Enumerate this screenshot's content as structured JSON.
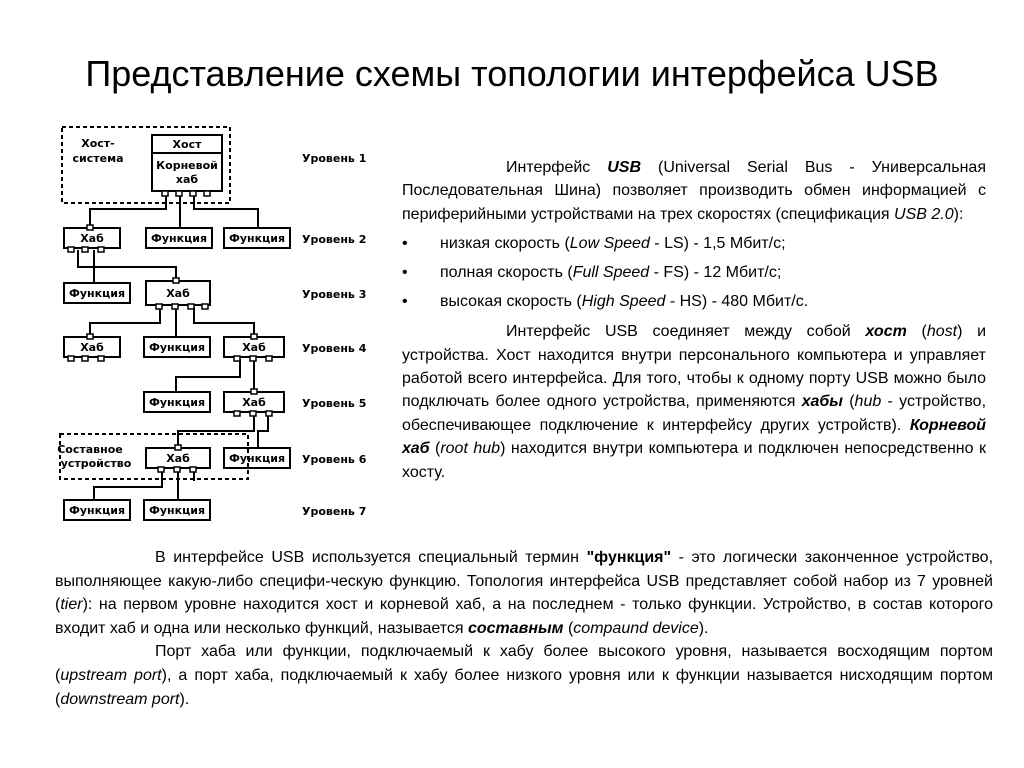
{
  "slide": {
    "title": "Представление схемы топологии интерфейса USB"
  },
  "diagram": {
    "host_system_label": [
      "Хост-",
      "система"
    ],
    "host_label": "Хост",
    "root_hub_label": [
      "Корневой",
      "хаб"
    ],
    "compound_label": [
      "Составное",
      "устройство"
    ],
    "hub_label": "Хаб",
    "function_label": "Функция",
    "levels": [
      "Уровень 1",
      "Уровень 2",
      "Уровень 3",
      "Уровень 4",
      "Уровень 5",
      "Уровень 6",
      "Уровень 7"
    ]
  },
  "right_text": {
    "p1": {
      "a": "Интерфейс ",
      "usb": "USB",
      "b": " (Universal Serial Bus - Универсальная Последовательная Шина) позволяет производить обмен информацией с периферийными устройствами на трех скоростях (спецификация ",
      "spec": "USB 2.0",
      "c": "):"
    },
    "bullets": [
      {
        "a": "низкая скорость (",
        "i": "Low Speed",
        "b": " - LS) - 1,5 Мбит/с;"
      },
      {
        "a": "полная скорость (",
        "i": "Full Speed",
        "b": " - FS) - 12 Мбит/с;"
      },
      {
        "a": "высокая скорость (",
        "i": "High Speed",
        "b": " - HS) - 480 Мбит/с."
      }
    ],
    "bullet_glyph": "•",
    "p2": {
      "a": "Интерфейс USB соединяет между собой ",
      "host_b": "хост",
      "b": " (",
      "host_i": "host",
      "c": ") и устройства. Хост находится внутри персонального компьютера и управляет работой всего интерфейса. Для того, чтобы к одному порту USB можно было подключать более одного устройства, применяются ",
      "hubs_b": "хабы",
      "d": " (",
      "hub_i": "hub",
      "e": " - устройство, обеспечивающее подключение к интерфейсу других устройств). ",
      "root_b": "Корневой хаб",
      "f": " (",
      "root_i": "root hub",
      "g": ") находится внутри компьютера и подключен непосредственно к хосту."
    }
  },
  "bottom_text": {
    "p1": {
      "a": "В интерфейсе USB используется специальный термин ",
      "func_b": "\"функция\"",
      "b": " - это логически законченное устройство, выполняющее какую-либо специфи-ческую функцию. Топология интерфейса USB представляет собой набор из 7 уровней (",
      "tier_i": "tier",
      "c": "): на первом уровне находится хост и корневой хаб, а на последнем - только функции. Устройство, в состав которого входит хаб и одна или несколько функций, называется ",
      "compound_b": "составным",
      "d": " (",
      "compound_i": "compaund device",
      "e": ")."
    },
    "p2": {
      "a": "Порт хаба или функции, подключаемый к хабу более высокого уровня, называется восходящим портом (",
      "up_i": "upstream port",
      "b": "), а порт хаба, подключаемый к хабу более низкого уровня или к функции называется нисходящим портом (",
      "down_i": "downstream port",
      "c": ")."
    }
  }
}
